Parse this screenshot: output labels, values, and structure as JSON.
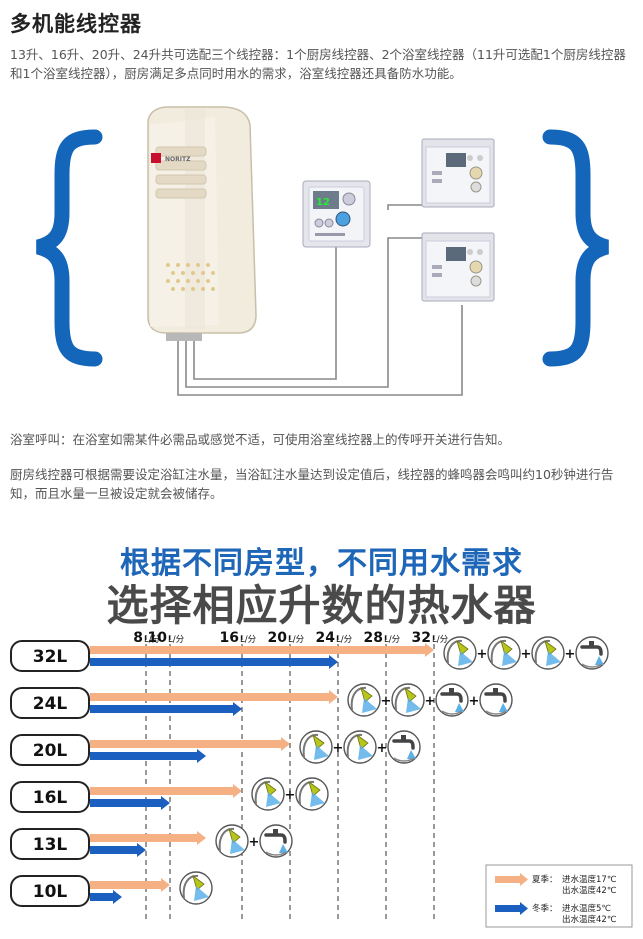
{
  "title": "多机能线控器",
  "intro": "13升、16升、20升、24升共可选配三个线控器：1个厨房线控器、2个浴室线控器（11升可选配1个厨房线控器和1个浴室线控器），厨房满足多点同时用水的需求，浴室线控器还具备防水功能。",
  "heater_brand": "NORITZ",
  "para_bath_call": "浴室呼叫：在浴室如需某件必需品或感觉不适，可使用浴室线控器上的传呼开关进行告知。",
  "para_kitchen": "厨房线控器可根据需要设定浴缸注水量，当浴缸注水量达到设定值后，线控器的蜂鸣器会鸣叫约10秒钟进行告知，而且水量一旦被设定就会被储存。",
  "headline1": "根据不同房型，不同用水需求",
  "headline2": "选择相应升数的热水器",
  "chart_data": {
    "type": "bar",
    "unit": "L/分",
    "flow_ticks": [
      8,
      10,
      16,
      20,
      24,
      28,
      32
    ],
    "categories": [
      "32L",
      "24L",
      "20L",
      "16L",
      "13L",
      "10L"
    ],
    "series": [
      {
        "name": "夏季：进水温度17℃ 出水温度42℃",
        "color": "#f5b183",
        "values": [
          32,
          24,
          20,
          16,
          13,
          10
        ]
      },
      {
        "name": "冬季：进水温度5℃ 出水温度42℃",
        "color": "#1b5fc1",
        "values": [
          24,
          16,
          13,
          10,
          8,
          6
        ]
      }
    ],
    "fixtures": [
      [
        "shower",
        "shower",
        "shower",
        "faucet"
      ],
      [
        "shower",
        "shower",
        "faucet",
        "faucet"
      ],
      [
        "shower",
        "shower",
        "faucet"
      ],
      [
        "shower",
        "shower"
      ],
      [
        "shower",
        "faucet"
      ],
      [
        "shower"
      ]
    ],
    "plus_sign": "+",
    "legend": [
      {
        "season": "夏季：",
        "line1": "进水温度17℃",
        "line2": "出水温度42℃",
        "color": "#f5b183"
      },
      {
        "season": "冬季：",
        "line1": "进水温度5℃",
        "line2": "出水温度42℃",
        "color": "#1b5fc1"
      }
    ]
  }
}
